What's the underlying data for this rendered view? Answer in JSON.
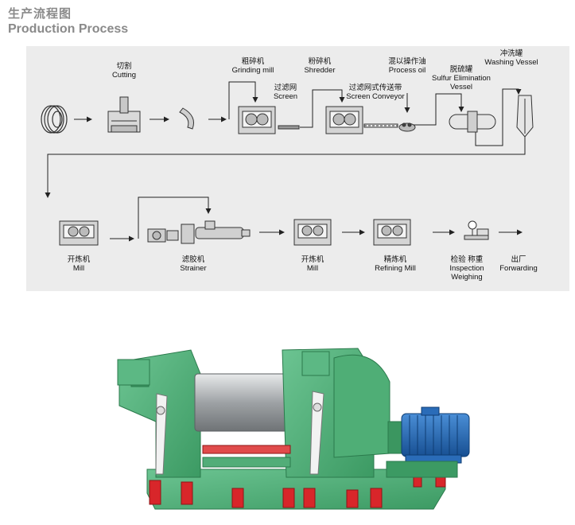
{
  "header": {
    "title_cn": "生产流程图",
    "title_en": "Production Process"
  },
  "steps": {
    "cutting": {
      "cn": "切割",
      "en": "Cutting"
    },
    "grinding": {
      "cn": "粗碎机",
      "en": "Grinding mill"
    },
    "shredder": {
      "cn": "粉碎机",
      "en": "Shredder"
    },
    "screen": {
      "cn": "过滤网",
      "en": "Screen"
    },
    "screen_conveyor": {
      "cn": "过滤网式传送带",
      "en": "Screen Conveyor"
    },
    "process_oil": {
      "cn": "混以操作油",
      "en": "Process oil"
    },
    "sulfur": {
      "cn": "脱硫罐",
      "en": "Sulfur Elimination",
      "en2": "Vessel"
    },
    "washing": {
      "cn": "冲洗罐",
      "en": "Washing Vessel"
    },
    "mill1": {
      "cn": "开炼机",
      "en": "Mill"
    },
    "strainer": {
      "cn": "滤胶机",
      "en": "Strainer"
    },
    "mill2": {
      "cn": "开炼机",
      "en": "Mill"
    },
    "refining": {
      "cn": "精炼机",
      "en": "Refining Mill"
    },
    "inspection": {
      "cn": "检验  称重",
      "en": "Inspection",
      "en2": "Weighing"
    },
    "forwarding": {
      "cn": "出厂",
      "en": "Forwarding"
    }
  },
  "colors": {
    "machine_green": "#4fb07a",
    "machine_dark_green": "#2f8a56",
    "base_red": "#d8262a",
    "motor_blue": "#1f5fa8",
    "roller_silver": "#b8bcbf",
    "panel_bg": "#ececec"
  }
}
